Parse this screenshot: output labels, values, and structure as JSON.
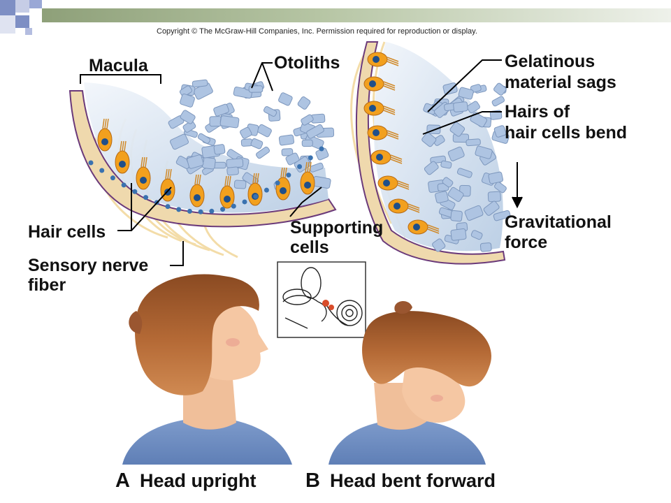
{
  "copyright": "Copyright © The McGraw-Hill Companies, Inc. Permission required for reproduction or display.",
  "labels": {
    "macula": "Macula",
    "otoliths": "Otoliths",
    "gelatinous_line1": "Gelatinous",
    "gelatinous_line2": "material sags",
    "hairs_line1": "Hairs of",
    "hairs_line2": "hair cells bend",
    "hair_cells": "Hair cells",
    "supporting_line1": "Supporting",
    "supporting_line2": "cells",
    "sensory_line1": "Sensory nerve",
    "sensory_line2": "fiber",
    "gravity_line1": "Gravitational",
    "gravity_line2": "force"
  },
  "captions": {
    "a_letter": "A",
    "a_text": "Head upright",
    "b_letter": "B",
    "b_text": "Head bent forward"
  },
  "colors": {
    "slide_bar": "#8ea079",
    "slide_squares": "#7e8fc4",
    "hair_cell": "#f2a01e",
    "nucleus": "#1f4f8a",
    "otolith": "#aec4e2",
    "gel": "#d9e6f2",
    "membrane": "#5a2a6e"
  }
}
